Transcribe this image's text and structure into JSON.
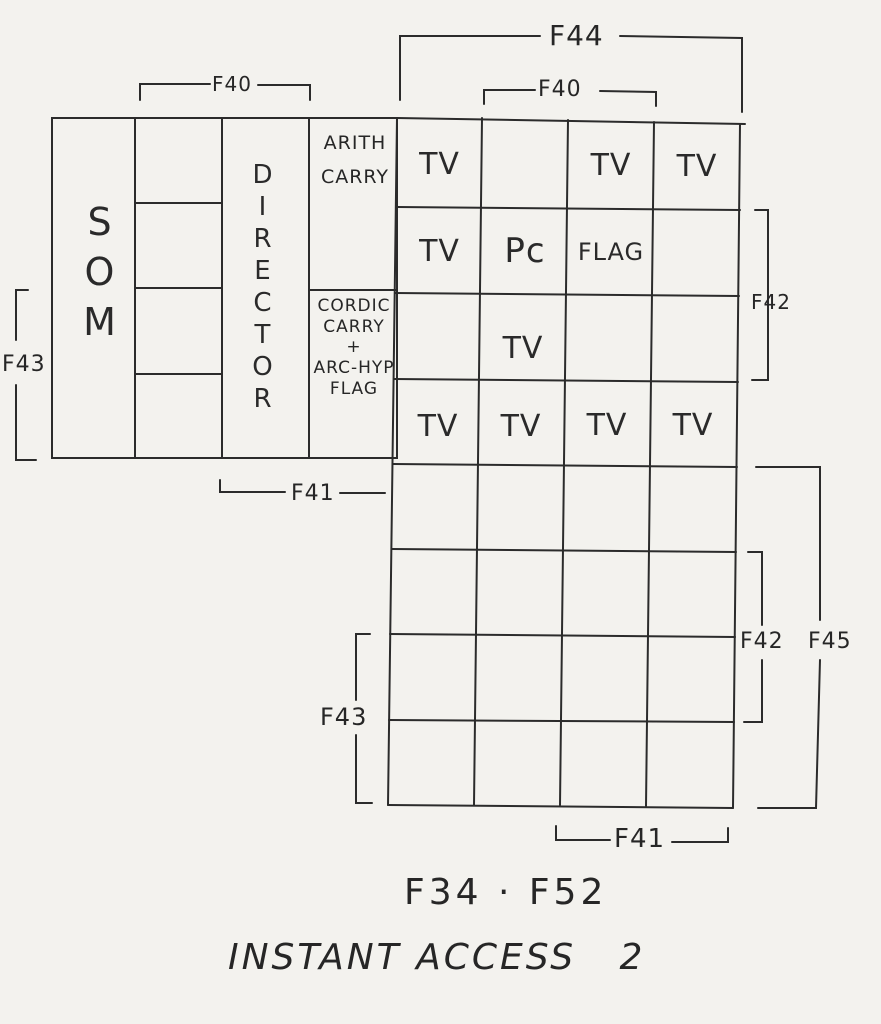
{
  "left_block": {
    "som_letters": [
      "S",
      "O",
      "M"
    ],
    "director_letters": [
      "D",
      "I",
      "R",
      "E",
      "C",
      "T",
      "O",
      "R"
    ]
  },
  "cells": {
    "arith_carry": [
      "ARITH",
      "CARRY"
    ],
    "cordic": [
      "CORDIC",
      "CARRY",
      "+",
      "ARC-HYP",
      "FLAG"
    ],
    "r0": [
      "TV",
      "",
      "TV",
      "TV"
    ],
    "r1": [
      "TV",
      "Pc",
      "FLAG",
      ""
    ],
    "r2": [
      "",
      "TV",
      "",
      ""
    ],
    "r3": [
      "TV",
      "TV",
      "TV",
      "TV"
    ]
  },
  "labels": {
    "f44": "F44",
    "f40_left": "F40",
    "f40_right": "F40",
    "f42_top": "F42",
    "f43_left": "F43",
    "f41_top": "F41",
    "f42_bottom": "F42",
    "f45": "F45",
    "f43_bottom": "F43",
    "f41_bottom": "F41"
  },
  "caption": {
    "line1": "F34 · F52",
    "line2": "INSTANT ACCESS   2"
  }
}
